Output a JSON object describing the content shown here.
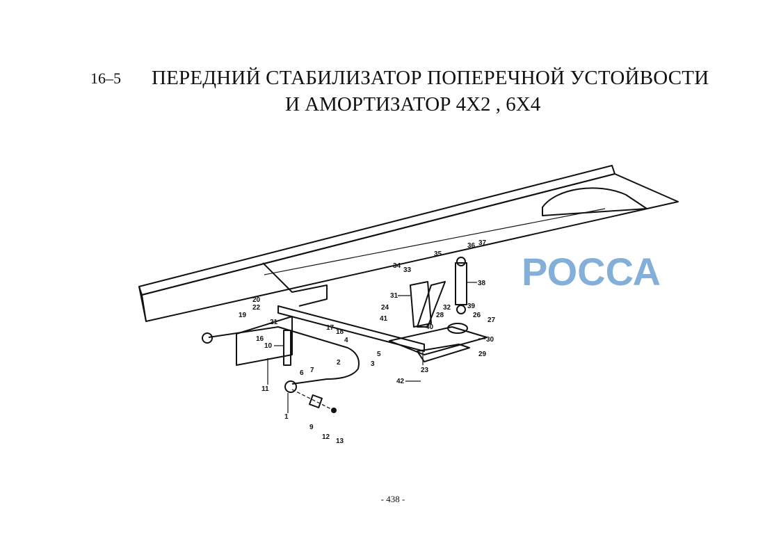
{
  "section_number": "16–5",
  "title_line1": "ПЕРЕДНИЙ СТАБИЛИЗАТОР ПОПЕРЕЧНОЙ УСТОЙВОСТИ",
  "title_line2": "И  АМОРТИЗАТОР  4X2 , 6X4",
  "watermark": "РОССА",
  "page_number": "- 438 -",
  "callouts": [
    "1",
    "2",
    "3",
    "4",
    "5",
    "6",
    "7",
    "9",
    "10",
    "11",
    "12",
    "13",
    "16",
    "17",
    "18",
    "19",
    "20",
    "21",
    "22",
    "23",
    "24",
    "26",
    "27",
    "28",
    "29",
    "30",
    "31",
    "32",
    "33",
    "34",
    "35",
    "36",
    "37",
    "38",
    "39",
    "40",
    "41",
    "42"
  ]
}
